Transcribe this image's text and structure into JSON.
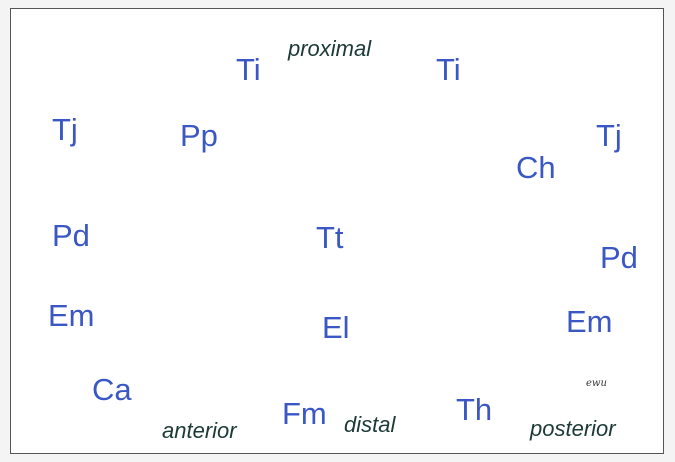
{
  "directions": {
    "proximal": "proximal",
    "distal": "distal",
    "anterior": "anterior",
    "posterior": "posterior"
  },
  "left_view": {
    "labels": {
      "ti": "Ti",
      "tj": "Tj",
      "pp": "Pp",
      "pd": "Pd",
      "tt": "Tt",
      "em": "Em",
      "el": "El",
      "ca": "Ca",
      "fm": "Fm"
    }
  },
  "right_view": {
    "labels": {
      "ti": "Ti",
      "tj": "Tj",
      "ch": "Ch",
      "pd": "Pd",
      "em": "Em",
      "th": "Th"
    }
  },
  "signature": "ewu",
  "colors": {
    "label_blue": "#3a57c4",
    "direction_green": "#1c3a36",
    "ink": "#1a1a1a"
  }
}
